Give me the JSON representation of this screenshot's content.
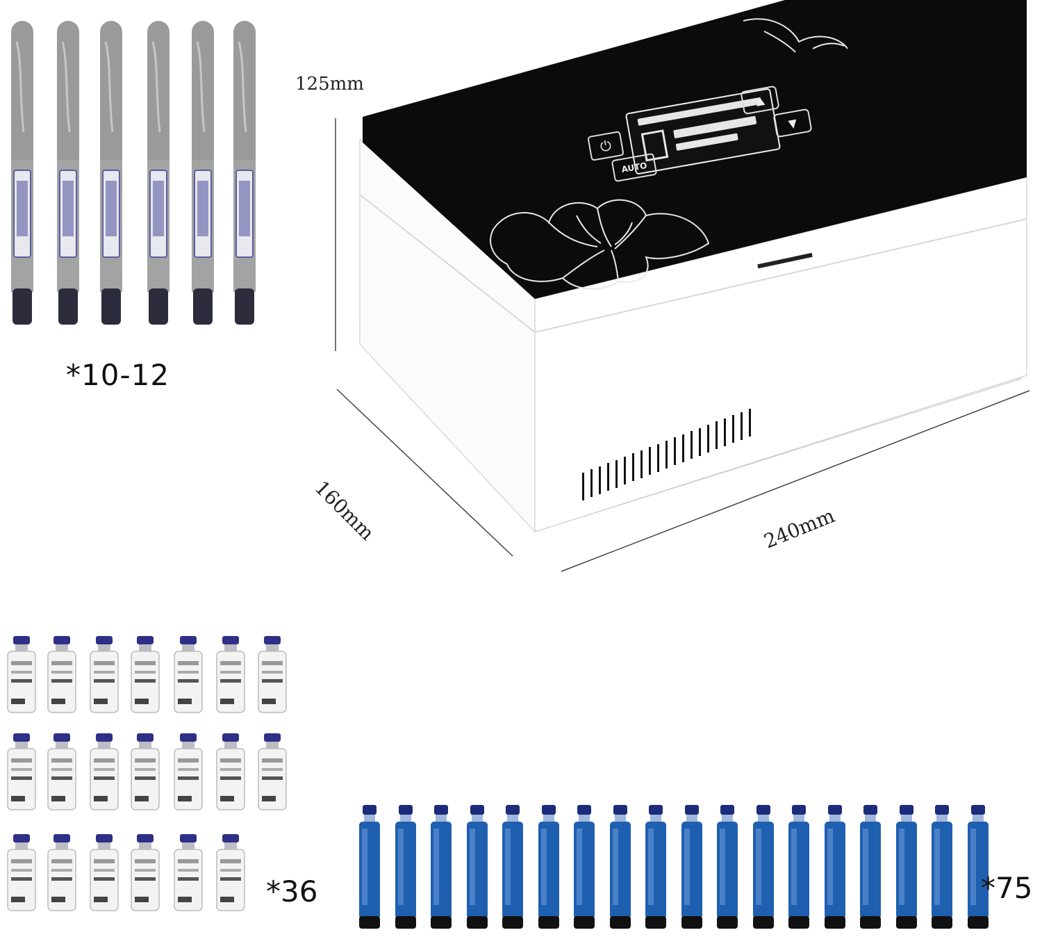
{
  "dimensions": {
    "height": "125mm",
    "depth": "160mm",
    "width": "240mm"
  },
  "capacity": {
    "pens": "*10-12",
    "vials": "*36",
    "cartridges": "*75"
  },
  "device": {
    "power_button_icon": "power-icon",
    "mode_button_label": "AUTO",
    "up_button_icon": "up-arrow-icon",
    "down_button_icon": "down-arrow-icon"
  },
  "colors": {
    "lid": "#0b0b0b",
    "body": "#ffffff",
    "pen_body": "#9a9a9a",
    "pen_label": "#5b5ea0",
    "vial_cap": "#2e2f86",
    "cartridge": "#1f5fb0"
  }
}
